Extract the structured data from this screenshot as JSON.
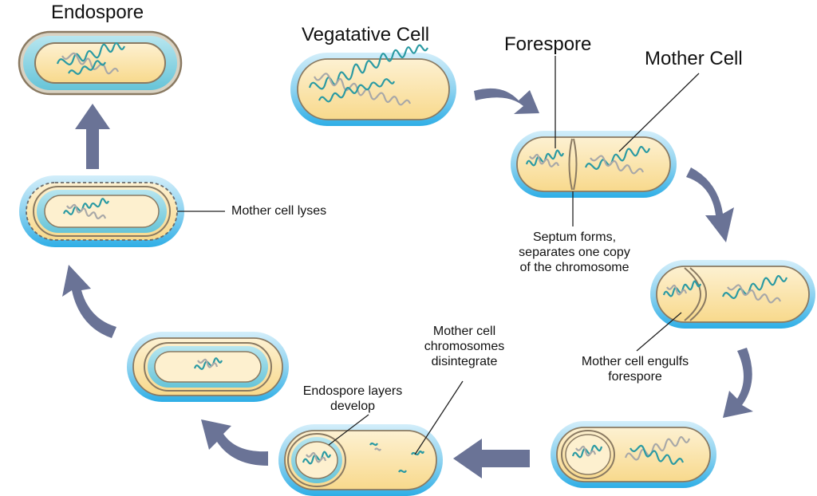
{
  "labels": {
    "endospore": "Endospore",
    "vegetative_cell": "Vegatative Cell",
    "forespore": "Forespore",
    "mother_cell": "Mother Cell",
    "septum": [
      "Septum forms,",
      "separates one copy",
      "of the chromosome"
    ],
    "engulfs": [
      "Mother cell engulfs",
      "forespore"
    ],
    "chromosomes": [
      "Mother cell",
      "chromosomes",
      "disintegrate"
    ],
    "layers": [
      "Endospore layers",
      "develop"
    ],
    "lyses": "Mother cell lyses"
  },
  "colors": {
    "capsule": "#7fcdee",
    "capsule_edge": "#35b0e5",
    "cytoplasm": "#fbe3a6",
    "cytoplasm_light": "#fdf0cf",
    "membrane": "#8a7a62",
    "coat": "#7dcfe0",
    "dna": "#2a9aa3",
    "dna_light": "#a8a8a8",
    "arrow": "#6a7396"
  }
}
